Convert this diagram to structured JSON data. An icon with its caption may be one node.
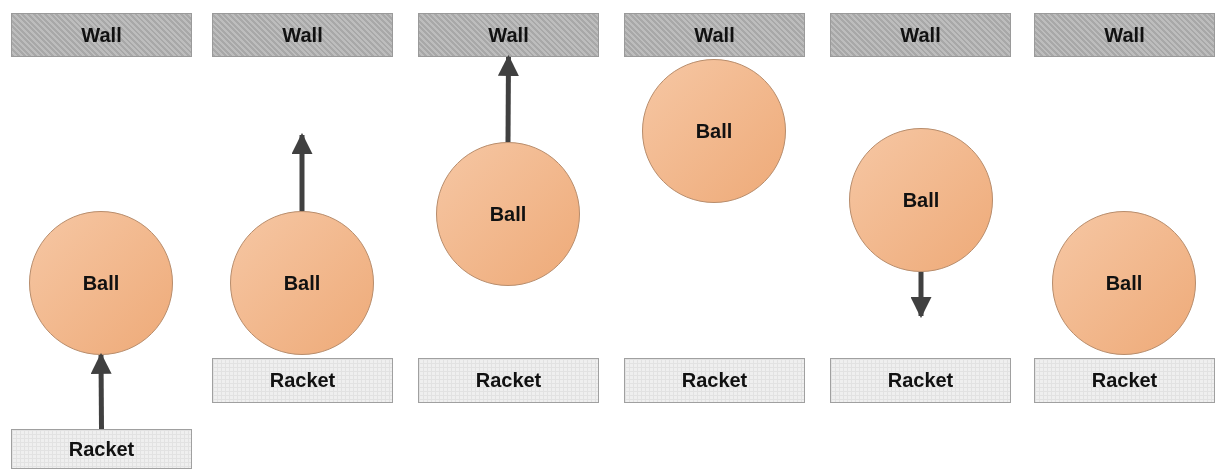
{
  "diagram": {
    "nodes": [
      {
        "text": [
          "Wall"
        ]
      },
      {
        "text": [
          "Ball"
        ]
      },
      {
        "text": [
          "Racket"
        ]
      },
      {
        "text": [
          "Wall"
        ]
      },
      {
        "text": [
          "Ball"
        ]
      },
      {
        "text": [
          "Racket"
        ]
      },
      {
        "text": [
          "Wall"
        ]
      },
      {
        "text": [
          "Ball"
        ]
      },
      {
        "text": [
          "Racket"
        ]
      },
      {
        "text": [
          "Wall"
        ]
      },
      {
        "text": [
          "Ball"
        ]
      },
      {
        "text": [
          "Racket"
        ]
      },
      {
        "text": [
          "Wall"
        ]
      },
      {
        "text": [
          "Ball"
        ]
      },
      {
        "text": [
          "Racket"
        ]
      },
      {
        "text": [
          "Wall"
        ]
      },
      {
        "text": [
          "Ball"
        ]
      },
      {
        "text": [
          "Racket"
        ]
      }
    ],
    "edges": [
      {
        "from": 2,
        "to": 1,
        "arrow": "to"
      },
      {
        "from": 4,
        "to": null,
        "arrow": "to"
      },
      {
        "from": 7,
        "to": 6,
        "arrow": "to"
      },
      {
        "from": 13,
        "to": null,
        "arrow": "to"
      }
    ]
  }
}
